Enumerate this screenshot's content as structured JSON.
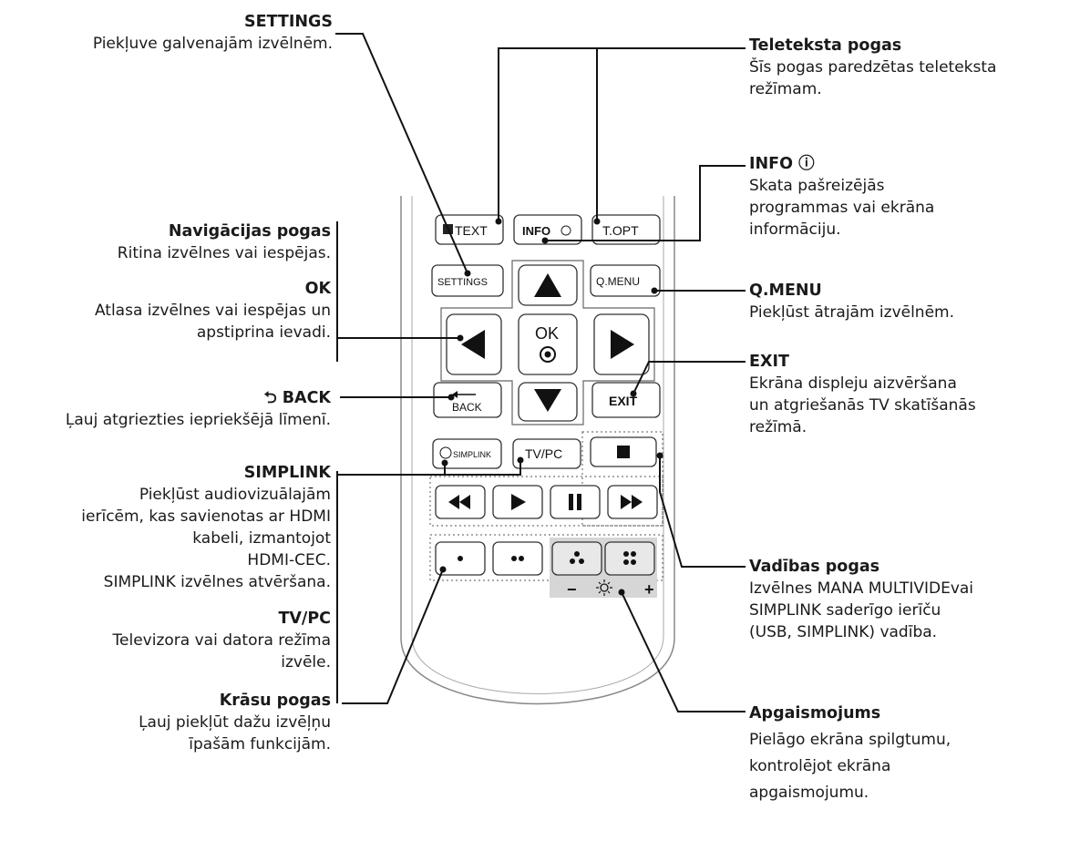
{
  "labels": {
    "settings": {
      "title": "SETTINGS",
      "desc": "Piekļuve galvenajām izvēlnēm."
    },
    "teleteksts": {
      "title": "Teleteksta pogas",
      "desc": "Šīs pogas paredzētas teleteksta\nrežīmam."
    },
    "info": {
      "title": "INFO ⓘ",
      "desc": "Skata pašreizējās\nprogrammas vai ekrāna\ninformāciju."
    },
    "navigacija": {
      "title": "Navigācijas pogas",
      "desc": "Ritina izvēlnes vai iespējas."
    },
    "ok": {
      "title": "OK",
      "desc": "Atlasa izvēlnes vai iespējas un\napstiprina ievadi."
    },
    "qmenu": {
      "title": "Q.MENU",
      "desc": "Piekļūst ātrajām izvēlnēm."
    },
    "exit": {
      "title": "EXIT",
      "desc": "Ekrāna displeju aizvēršana\nun atgriešanās TV skatīšanās\nrežīmā."
    },
    "back": {
      "title": "⮌ BACK",
      "desc": "Ļauj atgriezties iepriekšējā līmenī."
    },
    "simplink": {
      "title": "SIMPLINK",
      "desc": "Piekļūst audiovizuālajām\nierīcēm, kas savienotas ar HDMI\nkabeli, izmantojot\nHDMI-CEC.\nSIMPLINK izvēlnes atvēršana."
    },
    "tvpc": {
      "title": "TV/PC",
      "desc": "Televizora vai datora režīma\nizvēle."
    },
    "vadibas": {
      "title": "Vadības pogas",
      "desc": "Izvēlnes MANA MULTIVIDEvai\nSIMPLINK saderīgo ierīču\n(USB, SIMPLINK) vadība."
    },
    "krasu": {
      "title": "Krāsu pogas",
      "desc": "Ļauj piekļūt dažu izvēļņu\nīpašām funkcijām."
    },
    "apgaismojums": {
      "title": "Apgaismojums",
      "desc": "Pielāgo ekrāna spilgtumu,\nkontrolējot ekrāna\napgaismojumu."
    }
  },
  "buttons": {
    "text": "TEXT",
    "info": "INFO",
    "topt": "T.OPT",
    "settings": "SETTINGS",
    "qmenu": "Q.MENU",
    "ok": "OK",
    "back": "BACK",
    "exit": "EXIT",
    "simplink": "SIMPLINK",
    "tvpc": "TV/PC",
    "minus": "−",
    "plus": "+"
  }
}
